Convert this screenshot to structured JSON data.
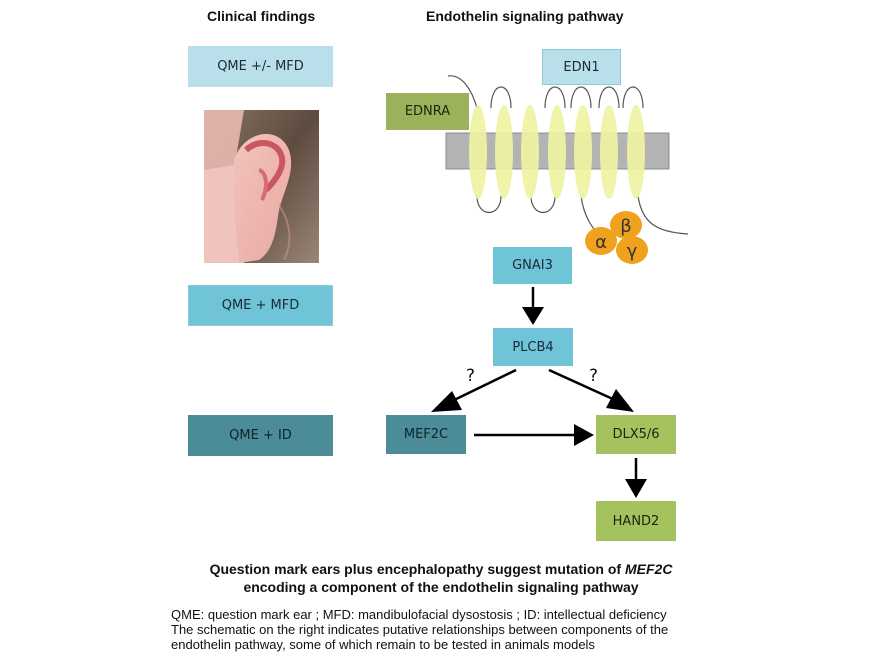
{
  "headings": {
    "clinical": "Clinical findings",
    "pathway": "Endothelin signaling pathway"
  },
  "clinical_boxes": {
    "qme_mfd_optional": "QME +/- MFD",
    "qme_mfd": "QME + MFD",
    "qme_id": "QME + ID"
  },
  "pathway_nodes": {
    "edn1": "EDN1",
    "ednra": "EDNRA",
    "gnai3": "GNAI3",
    "plcb4": "PLCB4",
    "mef2c": "MEF2C",
    "dlx56": "DLX5/6",
    "hand2": "HAND2"
  },
  "g_protein": {
    "alpha": "α",
    "beta": "β",
    "gamma": "γ"
  },
  "uncertain_mark": "?",
  "caption": {
    "line1_prefix": "Question mark ears plus encephalopathy suggest mutation of ",
    "line1_gene": "MEF2C",
    "line2": "encoding a component of the endothelin signaling pathway"
  },
  "legend": {
    "line1": "QME: question mark ear ; MFD: mandibulofacial dysostosis ; ID: intellectual deficiency",
    "line2": "The schematic on the right indicates putative relationships between components of the",
    "line3": "endothelin pathway, some of which remain to be tested in animals models"
  },
  "colors": {
    "pale_blue": "#b9e0ea",
    "mid_blue": "#6fc4d8",
    "dark_teal": "#4c8b98",
    "olive": "#9cb25a",
    "green": "#a4c35e",
    "membrane": "#b3b3b3",
    "helix": "#eef3a2",
    "g_protein": "#f0a21e"
  }
}
